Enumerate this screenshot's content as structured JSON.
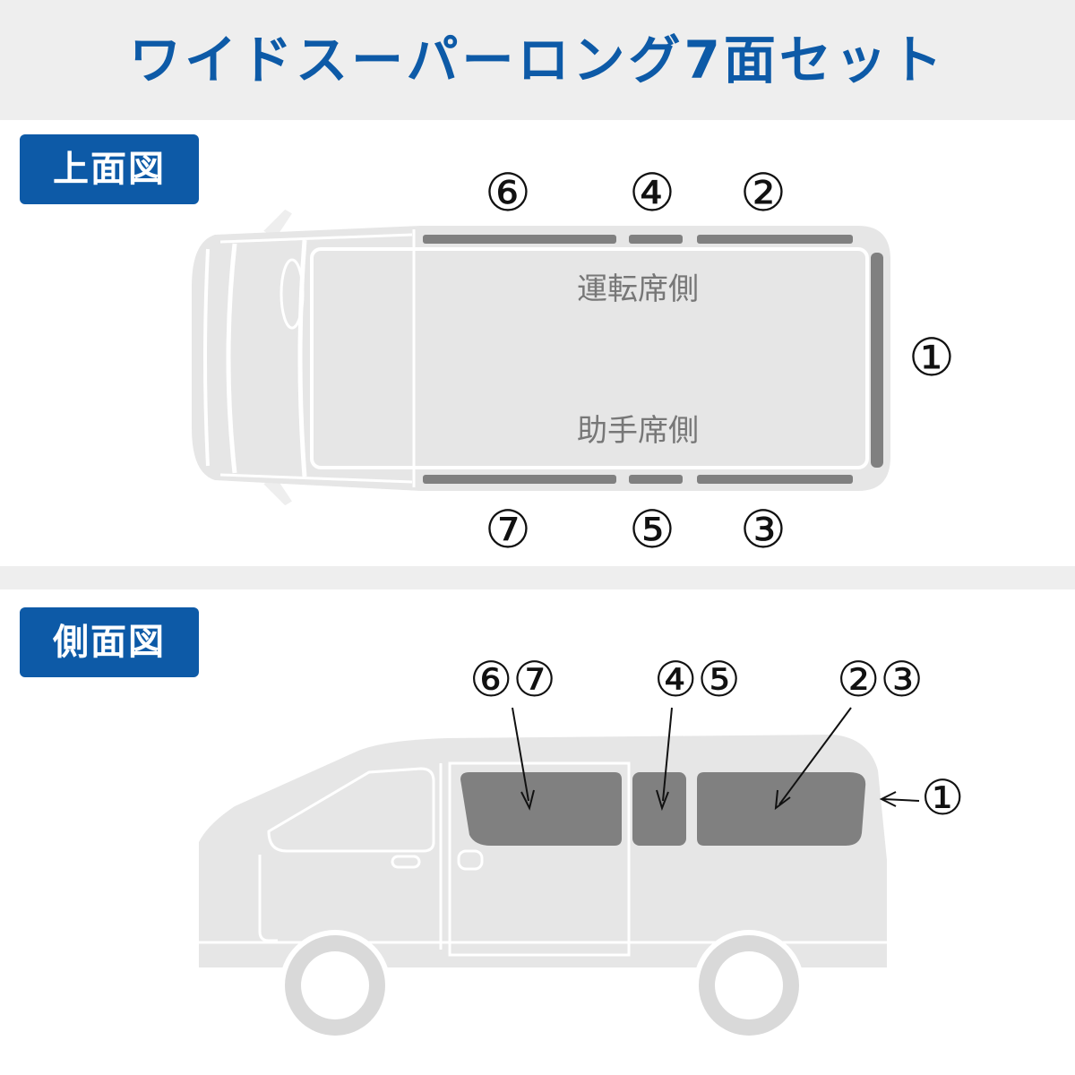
{
  "title": "ワイドスーパーロング7面セット",
  "badges": {
    "top_view": "上面図",
    "side_view": "側面図"
  },
  "top_view": {
    "driver_side_label": "運転席側",
    "passenger_side_label": "助手席側",
    "upper_markers": [
      "⑥",
      "④",
      "②"
    ],
    "lower_markers": [
      "⑦",
      "⑤",
      "③"
    ],
    "rear_marker": "①"
  },
  "side_view": {
    "pair_markers": [
      "⑥⑦",
      "④⑤",
      "②③"
    ],
    "rear_marker": "①"
  },
  "colors": {
    "accent_blue": "#0d5aa7",
    "band_gray": "#eeeeee",
    "body_gray": "#e6e6e6",
    "window_gray": "#808080"
  }
}
